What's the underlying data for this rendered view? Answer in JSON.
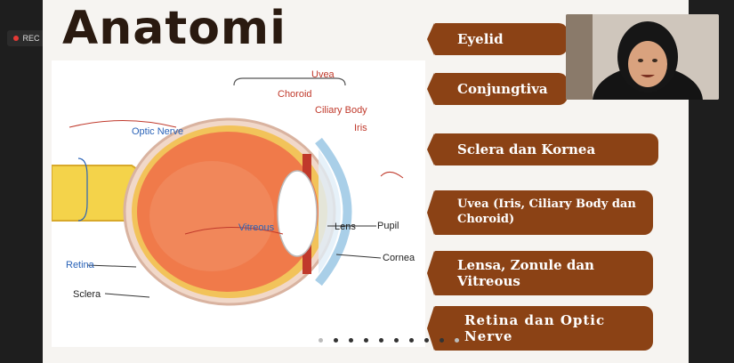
{
  "recording": {
    "label": "REC"
  },
  "slide": {
    "title": "Anatomi",
    "diagram_labels": {
      "uvea": "Uvea",
      "choroid": "Choroid",
      "ciliary_body": "Ciliary Body",
      "iris": "Iris",
      "optic_nerve": "Optic Nerve",
      "vitreous": "Vitreous",
      "lens": "Lens",
      "pupil": "Pupil",
      "cornea": "Cornea",
      "retina": "Retina",
      "sclera": "Sclera"
    },
    "topics": [
      "Eyelid",
      "Conjungtiva",
      "Sclera dan Kornea",
      "Uvea (Iris, Ciliary Body dan Choroid)",
      "Lensa, Zonule  dan Vitreous",
      "Retina dan Optic Nerve"
    ],
    "page_dots_total": 10
  },
  "colors": {
    "topic_box": "#8b4215",
    "label_red": "#c0392b",
    "label_blue": "#2a63b8",
    "rec_dot": "#e53935"
  }
}
